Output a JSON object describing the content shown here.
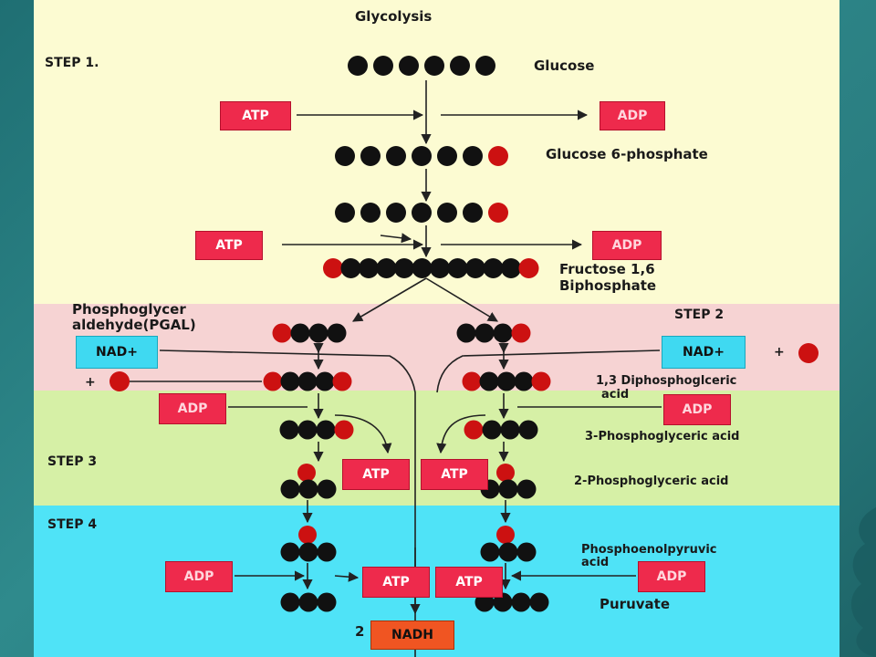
{
  "title": "Glycolysis",
  "steps": {
    "step1": "STEP 1.",
    "step2": "STEP 2",
    "step3": "STEP 3",
    "step4": "STEP 4"
  },
  "molecules": {
    "glucose": "Glucose",
    "g6p": "Glucose 6-phosphate",
    "f16_line1": "Fructose 1,6",
    "f16_line2": "Biphosphate",
    "pgal_line1": "Phosphoglycer",
    "pgal_line2": "aldehyde(PGAL)",
    "dpg_line1": "1,3 Diphosphoglceric",
    "dpg_line2": "acid",
    "pg3": "3-Phosphoglyceric acid",
    "pg2": "2-Phosphoglyceric acid",
    "pep_line1": "Phosphoenolpyruvic",
    "pep_line2": "acid",
    "pyruvate": "Puruvate"
  },
  "cofactors": {
    "atp": "ATP",
    "adp": "ADP",
    "nad": "NAD+",
    "plus": "+",
    "nadh": "NADH",
    "nadh_count": "2"
  },
  "colors": {
    "top_band": "#fcfbd2",
    "pink_band": "#f6d3d3",
    "green_band": "#d6f0a6",
    "cyan_band": "#4fe3f7",
    "atp_box": "#ee2a4c",
    "nad_box": "#3fd9f1",
    "nadh_box": "#f05522",
    "carbon": "#111111",
    "phosphate": "#cc1111"
  },
  "icons": {
    "carbon": "black-carbon-ball",
    "phosphate": "red-phosphate-ball",
    "arrow": "reaction-arrow"
  }
}
